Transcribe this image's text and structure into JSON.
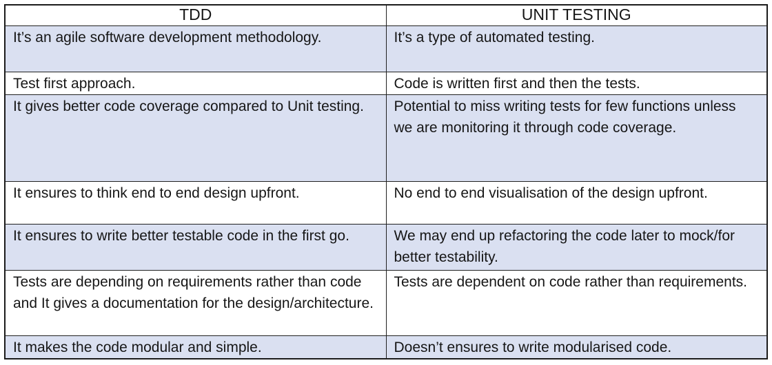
{
  "table": {
    "headers": [
      "TDD",
      "UNIT TESTING"
    ],
    "rows": [
      {
        "tdd": "It’s an agile software development methodology.",
        "unit": "It’s a type of automated testing."
      },
      {
        "tdd": "Test first approach.",
        "unit": "Code is written first and then the tests."
      },
      {
        "tdd": "It gives better code coverage compared to Unit testing.",
        "unit": "Potential to miss writing tests for few functions unless we are monitoring it through code coverage."
      },
      {
        "tdd": "It ensures to think end to end design upfront.",
        "unit": "No end to end visualisation of the design upfront."
      },
      {
        "tdd": "It ensures to write better testable code in the first go.",
        "unit": "We may end up refactoring the code later to mock/for better testability."
      },
      {
        "tdd": "Tests are depending on requirements rather than code and It gives a documentation for the design/architecture.",
        "unit": "Tests are dependent on code rather than requirements."
      },
      {
        "tdd": "It makes the code modular and simple.",
        "unit": "Doesn’t ensures to write modularised code."
      }
    ],
    "colors": {
      "shaded_row_background": "#dae0f1",
      "plain_row_background": "#ffffff",
      "border": "#1f1f1f",
      "text": "#161616"
    }
  }
}
